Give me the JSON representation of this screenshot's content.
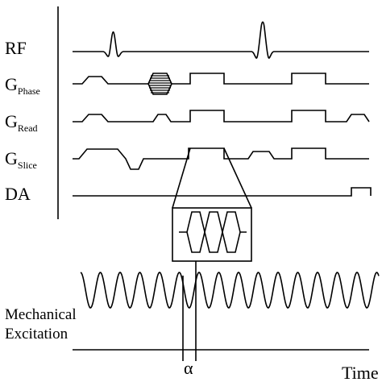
{
  "channels": [
    {
      "main": "RF",
      "sub": ""
    },
    {
      "main": "G",
      "sub": "Phase"
    },
    {
      "main": "G",
      "sub": "Read"
    },
    {
      "main": "G",
      "sub": "Slice"
    },
    {
      "main": "DA",
      "sub": ""
    }
  ],
  "excitation_label_line1": "Mechanical",
  "excitation_label_line2": "Excitation",
  "phase_label": "α",
  "time_label": "Time"
}
